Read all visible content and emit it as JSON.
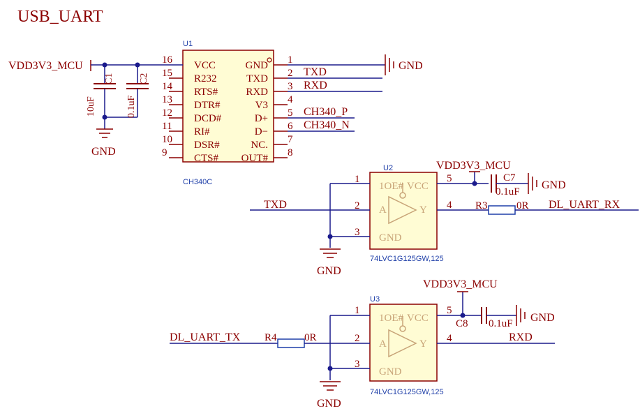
{
  "title": "USB_UART",
  "u1": {
    "ref": "U1",
    "part": "CH340C",
    "left_pins": [
      {
        "num": "16",
        "name": "VCC"
      },
      {
        "num": "15",
        "name": "R232"
      },
      {
        "num": "14",
        "name": "RTS#"
      },
      {
        "num": "13",
        "name": "DTR#"
      },
      {
        "num": "12",
        "name": "DCD#"
      },
      {
        "num": "11",
        "name": "RI#"
      },
      {
        "num": "10",
        "name": "DSR#"
      },
      {
        "num": "9",
        "name": "CTS#"
      }
    ],
    "right_pins": [
      {
        "num": "1",
        "name": "GND"
      },
      {
        "num": "2",
        "name": "TXD"
      },
      {
        "num": "3",
        "name": "RXD"
      },
      {
        "num": "4",
        "name": "V3"
      },
      {
        "num": "5",
        "name": "D+"
      },
      {
        "num": "6",
        "name": "D−"
      },
      {
        "num": "7",
        "name": "NC."
      },
      {
        "num": "8",
        "name": "OUT#"
      }
    ]
  },
  "nets": {
    "vdd": "VDD3V3_MCU",
    "gnd": "GND",
    "txd": "TXD",
    "rxd": "RXD",
    "ch340_p": "CH340_P",
    "ch340_n": "CH340_N",
    "dl_uart_rx": "DL_UART_RX",
    "dl_uart_tx": "DL_UART_TX"
  },
  "caps": {
    "c1": {
      "ref": "C1",
      "value": "10uF"
    },
    "c2": {
      "ref": "C2",
      "value": "0.1uF"
    },
    "c7": {
      "ref": "C7",
      "value": "0.1uF"
    },
    "c8": {
      "ref": "C8",
      "value": "0.1uF"
    }
  },
  "resistors": {
    "r3": {
      "ref": "R3",
      "value": "0R"
    },
    "r4": {
      "ref": "R4",
      "value": "0R"
    }
  },
  "u2": {
    "ref": "U2",
    "part": "74LVC1G125GW,125",
    "pins": {
      "p1": "1",
      "p2": "2",
      "p3": "3",
      "p4": "4",
      "p5": "5"
    },
    "names": {
      "oe": "1OE#",
      "vcc": "VCC",
      "a": "A",
      "y": "Y",
      "gnd": "GND"
    }
  },
  "u3": {
    "ref": "U3",
    "part": "74LVC1G125GW,125",
    "pins": {
      "p1": "1",
      "p2": "2",
      "p3": "3",
      "p4": "4",
      "p5": "5"
    },
    "names": {
      "oe": "1OE#",
      "vcc": "VCC",
      "a": "A",
      "y": "Y",
      "gnd": "GND"
    }
  },
  "colors": {
    "wire": "#1a1a8c",
    "component": "#8b0000",
    "label": "#8b0000",
    "designator": "#1f3fa8",
    "resistor": "#1f3fa8",
    "ic_body_stroke": "#8b0000",
    "ic_body_fill": "#fffcd4",
    "buffer_symbol": "#c8a478"
  }
}
